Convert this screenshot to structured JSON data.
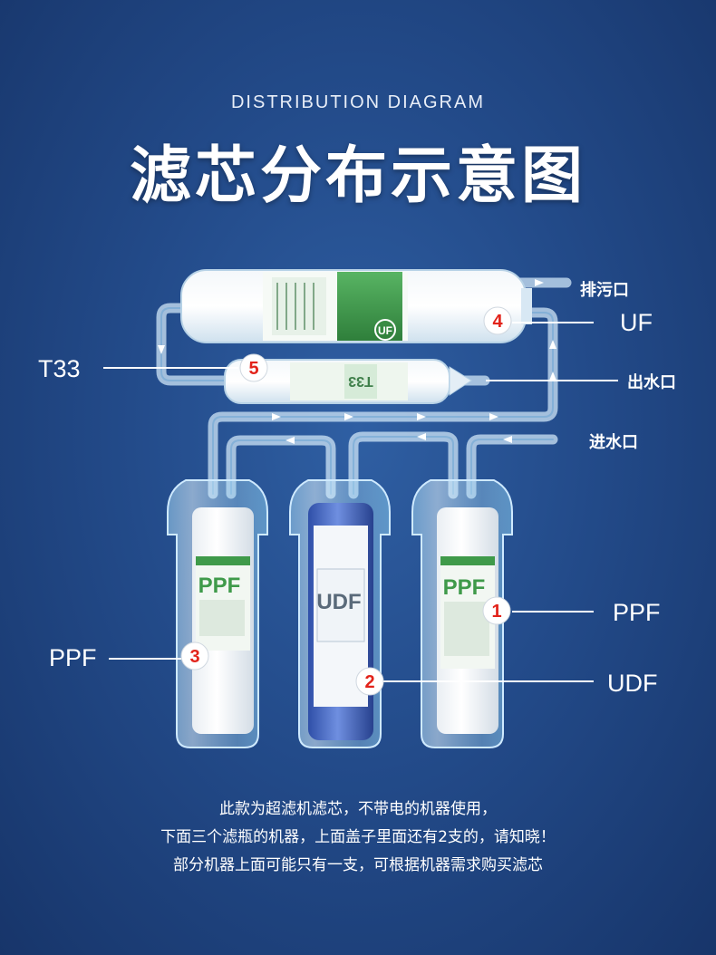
{
  "header": {
    "subtitle": "DISTRIBUTION DIAGRAM",
    "title": "滤芯分布示意图"
  },
  "components": [
    {
      "number": "1",
      "name": "PPF"
    },
    {
      "number": "2",
      "name": "UDF"
    },
    {
      "number": "3",
      "name": "PPF"
    },
    {
      "number": "4",
      "name": "UF"
    },
    {
      "number": "5",
      "name": "T33"
    }
  ],
  "cartridge_prints": {
    "ppf": "PPF",
    "udf": "UDF",
    "t33": "T33",
    "uf": "UF"
  },
  "ports": {
    "drain": "排污口",
    "outlet": "出水口",
    "inlet": "进水口"
  },
  "caption": [
    "此款为超滤机滤芯，不带电的机器使用，",
    "下面三个滤瓶的机器，上面盖子里面还有2支的，请知晓！",
    "部分机器上面可能只有一支，可根据机器需求购买滤芯"
  ],
  "colors": {
    "background": "#234b8a",
    "marker_fill": "#ffffff",
    "marker_text": "#e2231a",
    "pipe": "#a9cbe9",
    "cartridge_label_green": "#3f9a4a"
  }
}
